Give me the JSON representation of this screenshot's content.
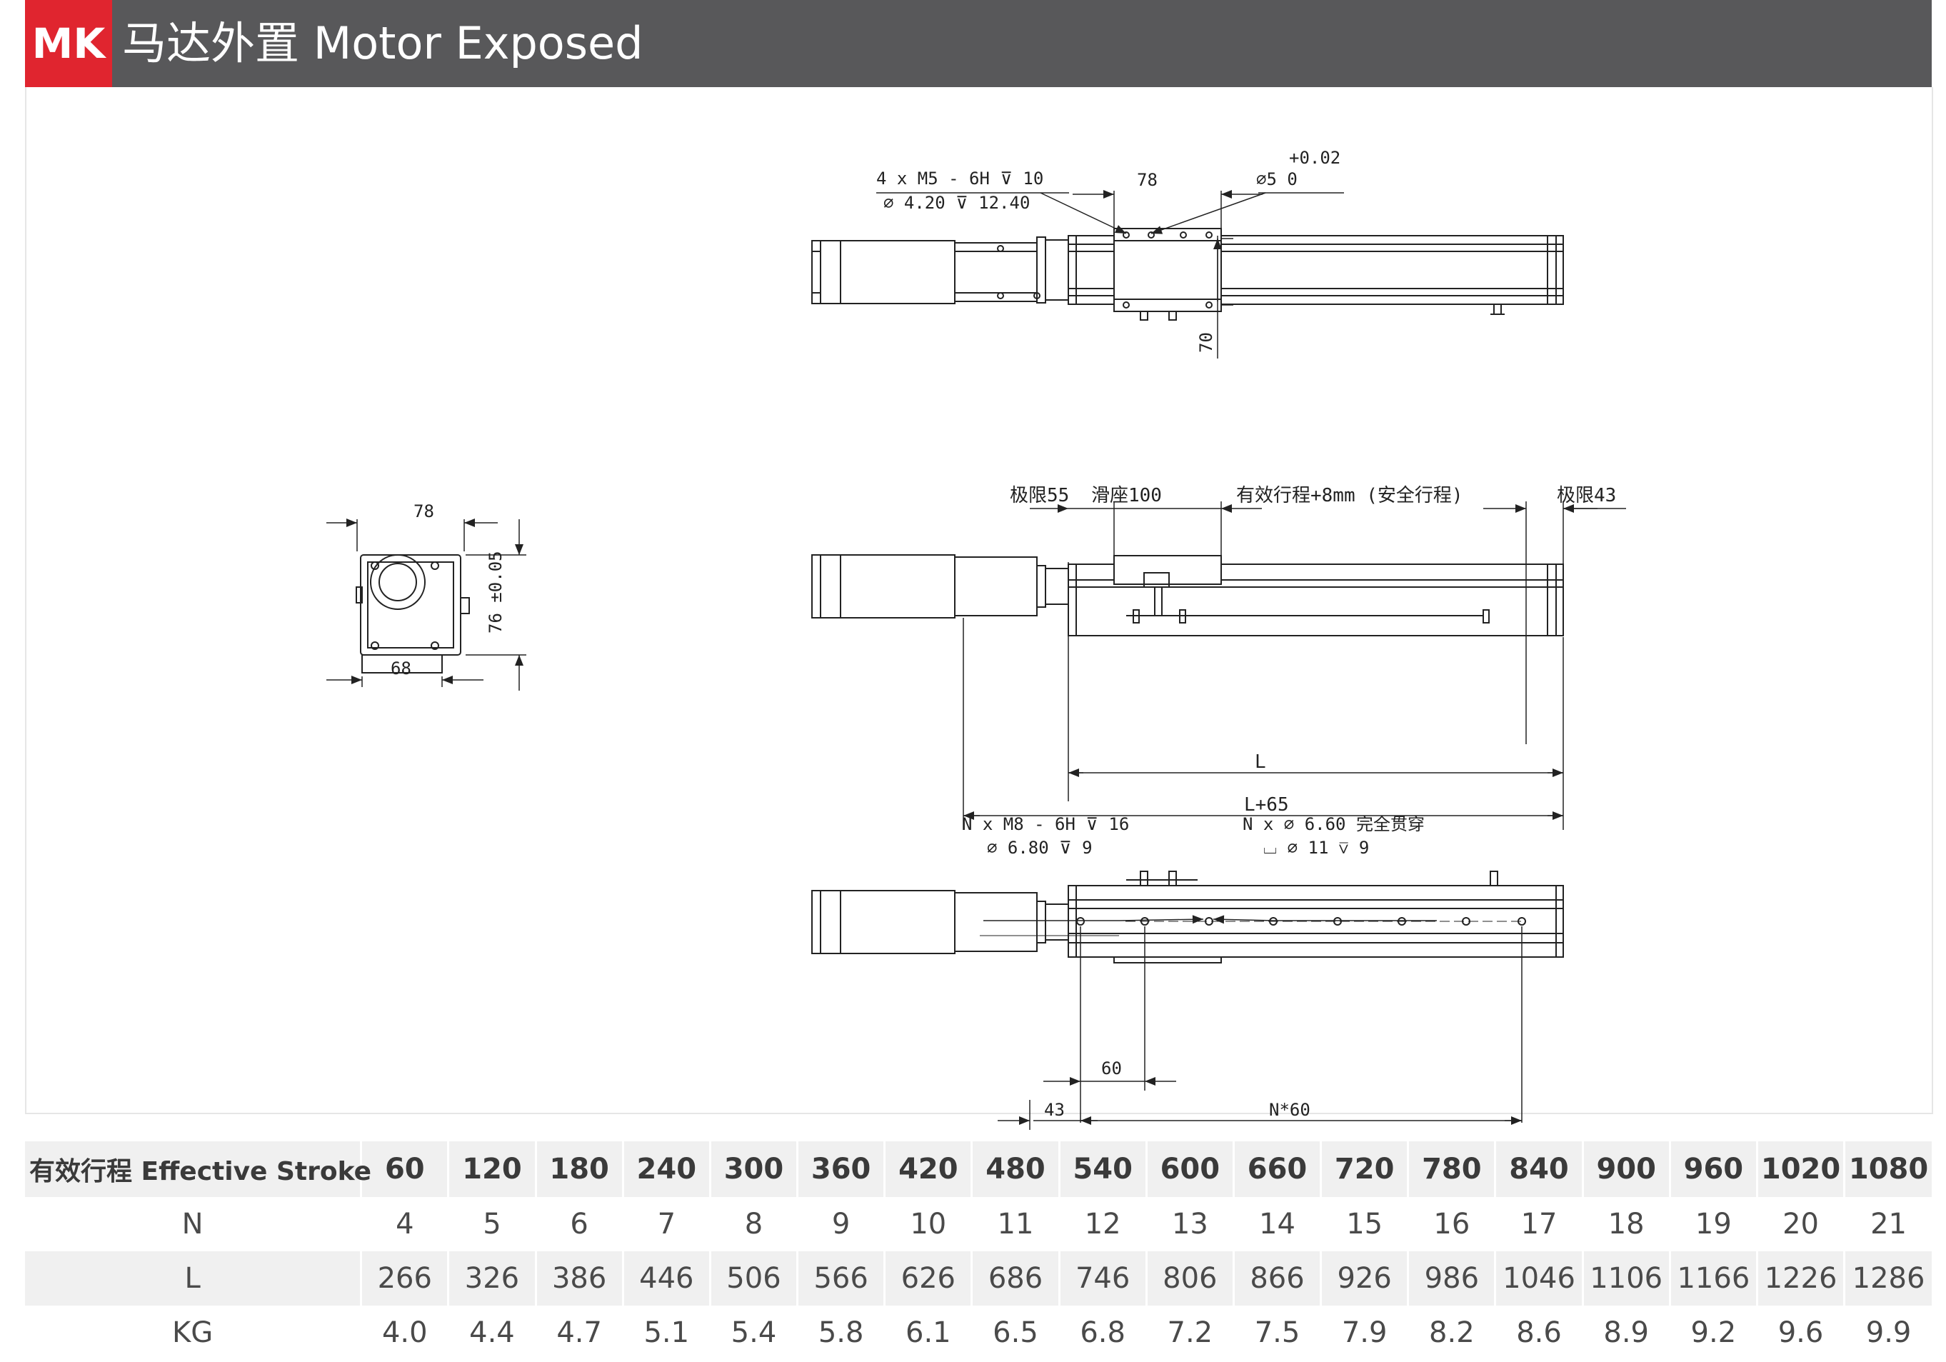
{
  "header": {
    "badge": "MK",
    "title": "马达外置 Motor Exposed",
    "badge_color": "#e0252f",
    "bar_color": "#58585a"
  },
  "drawing": {
    "top_view": {
      "callout_left_1": "4 x  M5 - 6H ⊽ 10",
      "callout_left_2": "⌀ 4.20 ⊽ 12.40",
      "dim_78": "78",
      "tol_upper": "+0.02",
      "callout_right": "⌀5   0",
      "dim_70": "70"
    },
    "end_view": {
      "dim_78": "78",
      "dim_68": "68",
      "dim_76": "76 ±0.05"
    },
    "side_view": {
      "limit_left": "极限55",
      "slider": "滑座100",
      "effective": "有效行程+8mm (安全行程)",
      "limit_right": "极限43",
      "dim_L": "L",
      "dim_L65": "L+65"
    },
    "bottom_view": {
      "callout_left_1": "N x  M8 - 6H ⊽ 16",
      "callout_left_2": "⌀ 6.80 ⊽ 9",
      "callout_right_1": "N x  ⌀ 6.60 完全贯穿",
      "callout_right_2": "⌴ ⌀ 11 ⊽ 9",
      "dim_60": "60",
      "dim_43": "43",
      "dim_N60": "N*60"
    }
  },
  "spec_table": {
    "header_label": "有效行程 Effective Stroke",
    "strokes": [
      "60",
      "120",
      "180",
      "240",
      "300",
      "360",
      "420",
      "480",
      "540",
      "600",
      "660",
      "720",
      "780",
      "840",
      "900",
      "960",
      "1020",
      "1080"
    ],
    "rows": [
      {
        "label": "N",
        "values": [
          "4",
          "5",
          "6",
          "7",
          "8",
          "9",
          "10",
          "11",
          "12",
          "13",
          "14",
          "15",
          "16",
          "17",
          "18",
          "19",
          "20",
          "21"
        ]
      },
      {
        "label": "L",
        "values": [
          "266",
          "326",
          "386",
          "446",
          "506",
          "566",
          "626",
          "686",
          "746",
          "806",
          "866",
          "926",
          "986",
          "1046",
          "1106",
          "1166",
          "1226",
          "1286"
        ]
      },
      {
        "label": "KG",
        "values": [
          "4.0",
          "4.4",
          "4.7",
          "5.1",
          "5.4",
          "5.8",
          "6.1",
          "6.5",
          "6.8",
          "7.2",
          "7.5",
          "7.9",
          "8.2",
          "8.6",
          "8.9",
          "9.2",
          "9.6",
          "9.9"
        ]
      }
    ]
  }
}
